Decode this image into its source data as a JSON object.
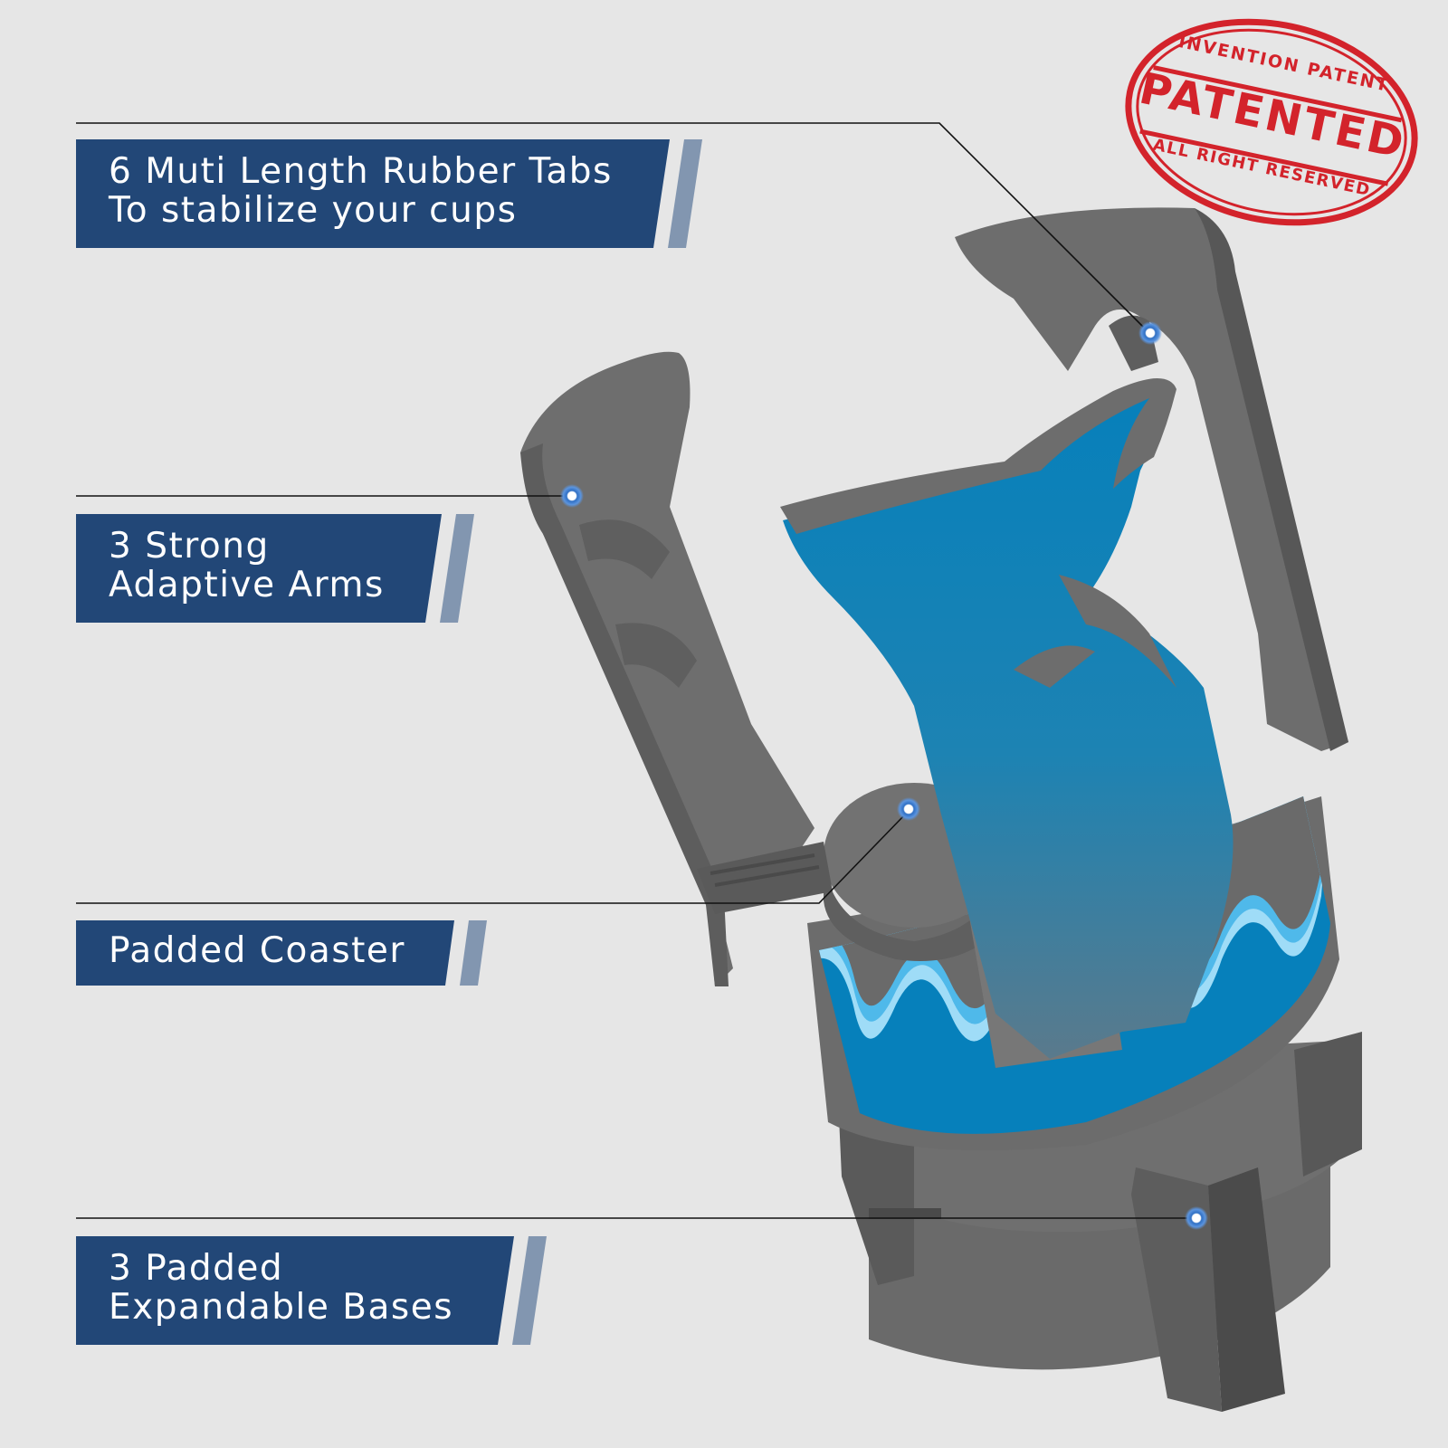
{
  "callouts": [
    {
      "line1": "6 Muti Length Rubber Tabs",
      "line2": "To stabilize your cups"
    },
    {
      "line1": "3 Strong",
      "line2": "Adaptive Arms"
    },
    {
      "line1": "Padded Coaster",
      "line2": ""
    },
    {
      "line1": "3 Padded",
      "line2": "Expandable Bases"
    }
  ],
  "stamp": {
    "top_text": "INVENTION PATENT",
    "main_text": "PATENTED",
    "bottom_text": "ALL RIGHT RESERVED"
  },
  "colors": {
    "background": "#e6e6e6",
    "banner": "#224777",
    "banner_stripe": "#8296b0",
    "product_grey": "#6e6e6e",
    "whale_blue": "#0680bb",
    "wave_light": "#9fdcf7",
    "wave_mid": "#4fb9ea",
    "stamp_red": "#d3232b",
    "marker": "#3d78c8"
  }
}
